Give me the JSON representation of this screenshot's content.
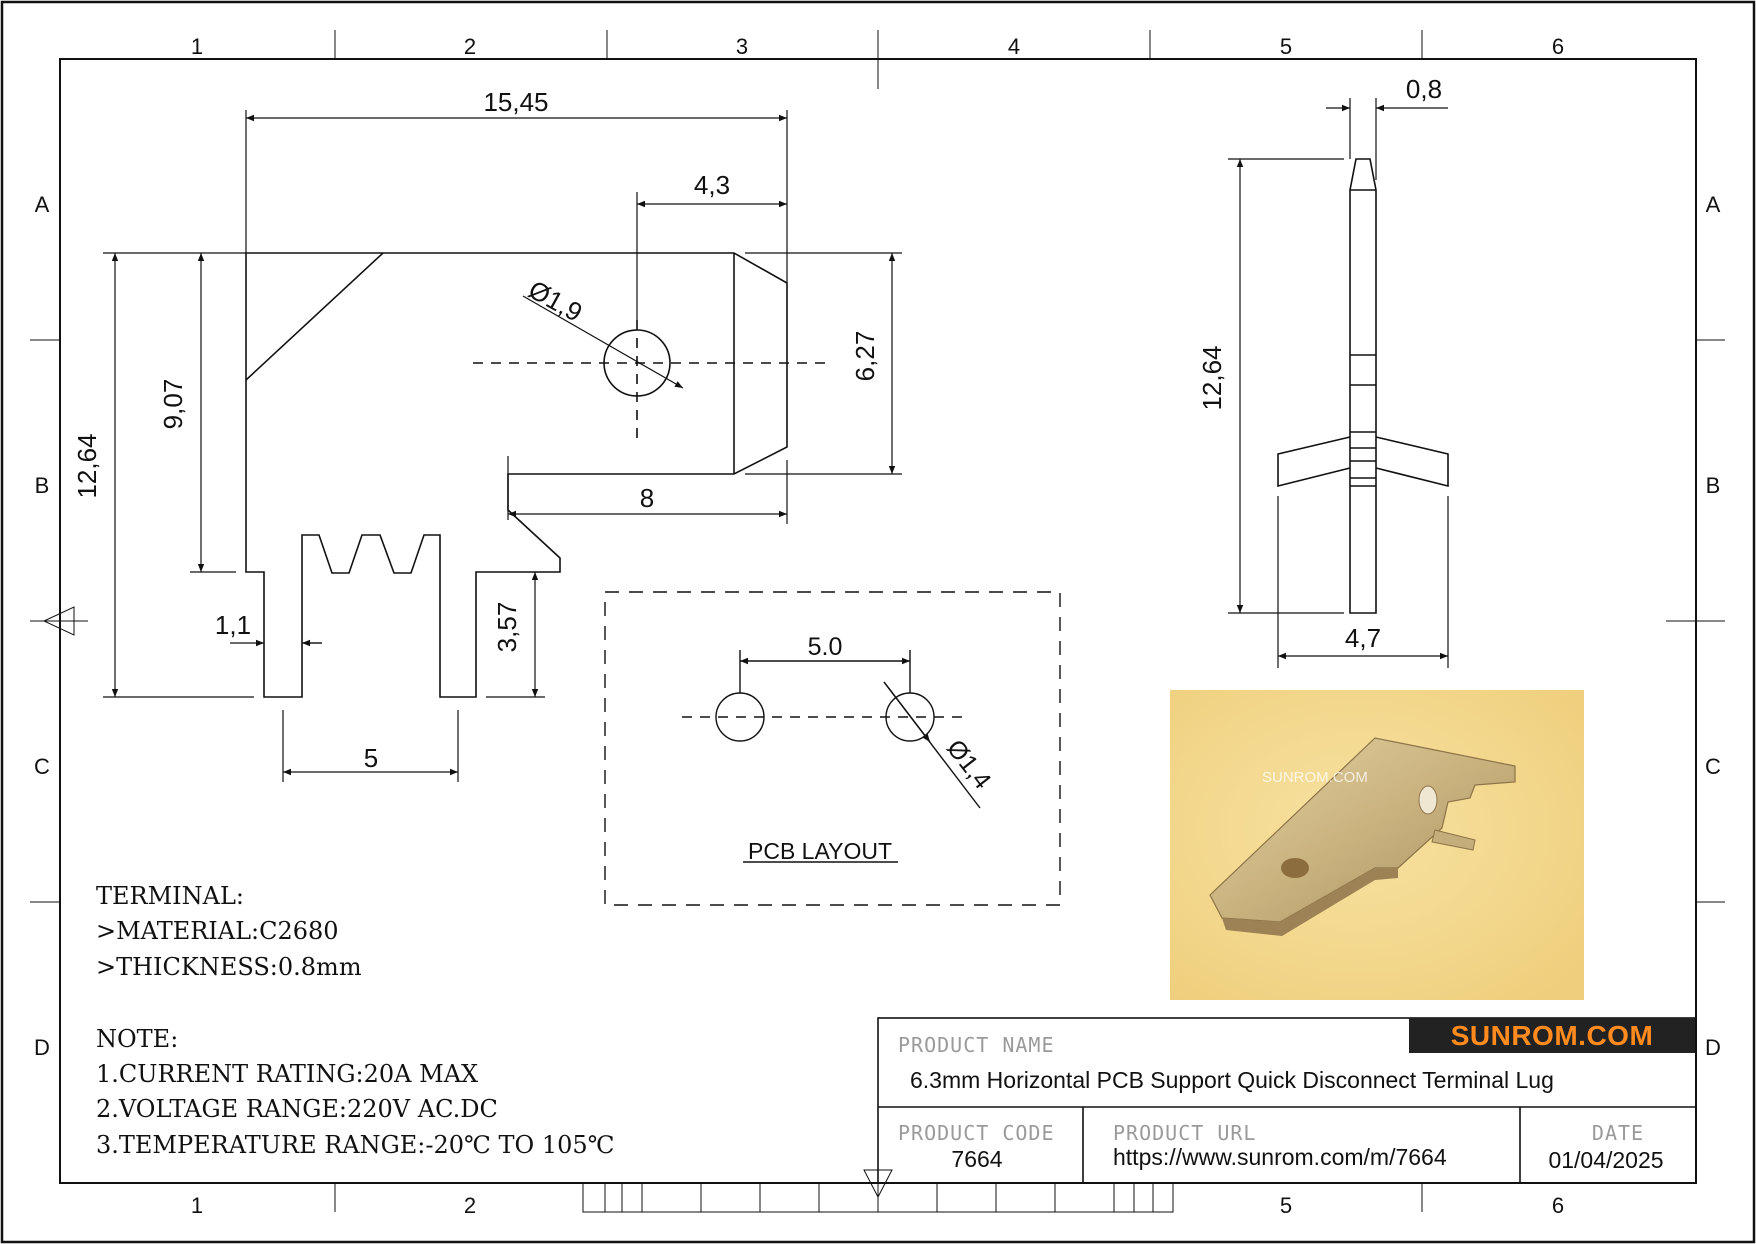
{
  "grid": {
    "cols": [
      "1",
      "2",
      "3",
      "4",
      "5",
      "6"
    ],
    "rows": [
      "A",
      "B",
      "C",
      "D"
    ]
  },
  "dims": {
    "width_total": "15,45",
    "hole_offset": "4,3",
    "hole_dia": "Ø1,9",
    "tab_height": "6,27",
    "height_upper": "9,07",
    "height_total": "12,64",
    "tab_length": "8",
    "pin_width": "1,1",
    "pin_length": "3,57",
    "pin_pitch": "5",
    "side_thickness": "0,8",
    "side_height": "12,64",
    "side_width": "4,7"
  },
  "pcb": {
    "pitch": "5.0",
    "hole_dia": "Ø1,4",
    "title": "PCB  LAYOUT"
  },
  "notes": {
    "terminal": [
      "TERMINAL:",
      ">MATERIAL:C2680",
      ">THICKNESS:0.8mm"
    ],
    "note": [
      "NOTE:",
      "1.CURRENT RATING:20A MAX",
      "2.VOLTAGE RANGE:220V AC.DC",
      "3.TEMPERATURE RANGE:-20℃ TO 105℃"
    ]
  },
  "photo": {
    "watermark": "SUNROM.COM"
  },
  "title_block": {
    "brand": "SUNROM.COM",
    "product_name_label": "PRODUCT NAME",
    "product_name": "6.3mm Horizontal PCB Support Quick Disconnect Terminal Lug",
    "product_code_label": "PRODUCT CODE",
    "product_code": "7664",
    "product_url_label": "PRODUCT URL",
    "product_url": "https://www.sunrom.com/m/7664",
    "date_label": "DATE",
    "date": "01/04/2025"
  },
  "colors": {
    "line": "#111111",
    "photo_bg": "#f3d98c",
    "brand_bg": "#222222",
    "brand_text": "#ff8a1e"
  }
}
